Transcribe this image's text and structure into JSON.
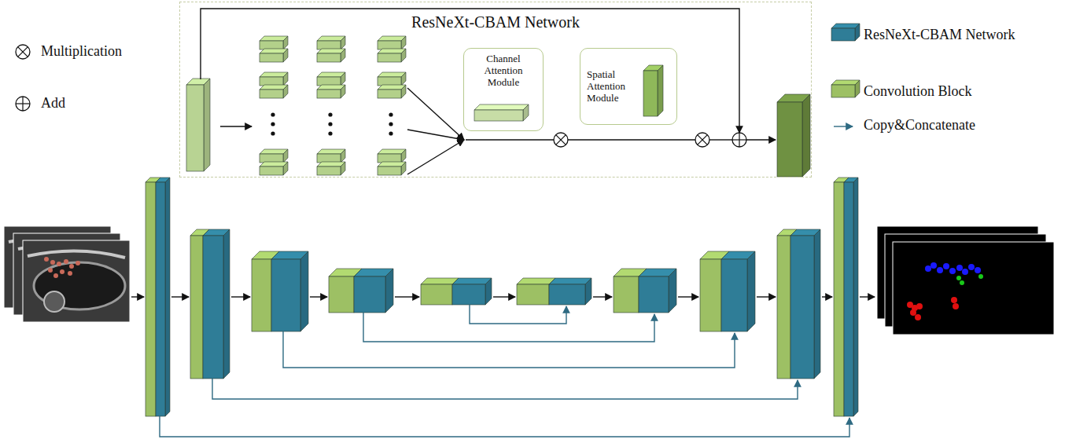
{
  "diagram": {
    "nodes": [
      {
        "text": [
          "ResNeXt-CBAM Network"
        ]
      },
      {
        "text": [
          "Channel Attention Module"
        ],
        "in": 0
      },
      {
        "text": [
          "Spatial Attention Module"
        ],
        "in": 0
      }
    ],
    "legend": [
      {
        "text": "Multiplication"
      },
      {
        "text": "Add"
      },
      {
        "text": "ResNeXt-CBAM Network",
        "color": "#2f7d97"
      },
      {
        "text": "Convolution Block",
        "color": "#9dc064"
      },
      {
        "text": "Copy&Concatenate"
      }
    ]
  }
}
